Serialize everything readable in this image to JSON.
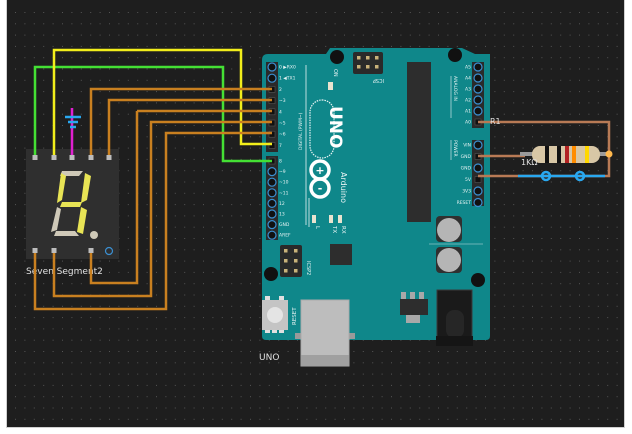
{
  "canvas": {
    "background": "#1e1e1e",
    "grid_dot_color": "#555555"
  },
  "seven_segment": {
    "label": "Seven Segment2",
    "displayed_digit": "1 with top segment (partial)",
    "lit_color": "#e8e455",
    "unlit_color": "#cfc9b8"
  },
  "arduino": {
    "label": "UNO",
    "board_color": "#0f878a",
    "logo_text": "UNO",
    "brand_text": "Arduino",
    "icsp_label": "ICSP",
    "icsp2_label": "ICSP2",
    "reset_label": "RESET",
    "on_label": "ON",
    "tx_label": "TX",
    "rx_label": "RX",
    "l_label": "L",
    "digital_label": "DIGITAL (PWM~)",
    "analog_label": "ANALOG IN",
    "power_label": "POWER",
    "digital_pins_top": [
      "0 ▶RX0",
      "1 ◀TX1",
      "2",
      "~3",
      "4",
      "~5",
      "~6",
      "7"
    ],
    "digital_pins_bottom": [
      "8",
      "~9",
      "~10",
      "~11",
      "12",
      "13",
      "GND",
      "AREF"
    ],
    "analog_pins": [
      "A5",
      "A4",
      "A3",
      "A2",
      "A1",
      "A0"
    ],
    "power_pins": [
      "VIN",
      "GND",
      "GND",
      "5V",
      "3V3",
      "RESET"
    ]
  },
  "resistor": {
    "label": "R1",
    "value_label": "1KΩ",
    "bands": [
      "#111111",
      "#111111",
      "#b22222",
      "#ff8c00",
      "#ffd700"
    ]
  },
  "wires": {
    "green": "#44e034",
    "yellow": "#f2ee1b",
    "orange": "#c98020",
    "magenta": "#e020d0",
    "blue": "#29a8f0",
    "brown": "#b87a55"
  }
}
